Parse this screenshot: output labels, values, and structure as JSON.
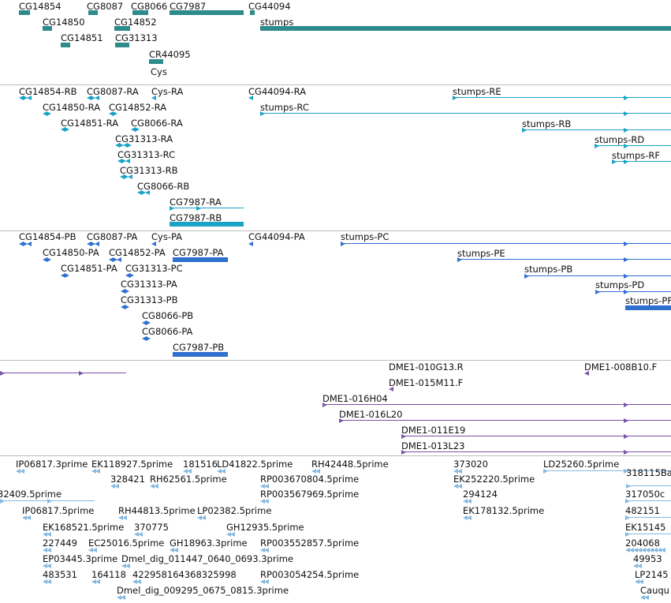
{
  "colors": {
    "gene_span": "#2e8b8b",
    "transcript": "#1aa3c8",
    "protein": "#2f6fcf",
    "clone": "#7b52ab",
    "est": "#86b9e0",
    "separator": "#bdbdbd",
    "text": "#111111"
  },
  "tracks": [
    {
      "name": "gene-spans",
      "color": "#2e8b8b",
      "features": [
        {
          "label": "CG14854"
        },
        {
          "label": "CG8087"
        },
        {
          "label": "CG8066"
        },
        {
          "label": "CG7987"
        },
        {
          "label": "CG44094"
        },
        {
          "label": "CG14850"
        },
        {
          "label": "CG14852"
        },
        {
          "label": "stumps"
        },
        {
          "label": "CG14851"
        },
        {
          "label": "CG31313"
        },
        {
          "label": "CR44095"
        },
        {
          "label": "Cys"
        }
      ]
    },
    {
      "name": "transcripts",
      "color": "#1aa3c8",
      "features": [
        {
          "label": "CG14854-RB"
        },
        {
          "label": "CG8087-RA"
        },
        {
          "label": "Cys-RA"
        },
        {
          "label": "CG44094-RA"
        },
        {
          "label": "stumps-RE"
        },
        {
          "label": "CG14850-RA"
        },
        {
          "label": "CG14852-RA"
        },
        {
          "label": "stumps-RC"
        },
        {
          "label": "CG14851-RA"
        },
        {
          "label": "CG8066-RA"
        },
        {
          "label": "stumps-RB"
        },
        {
          "label": "CG31313-RA"
        },
        {
          "label": "stumps-RD"
        },
        {
          "label": "CG31313-RC"
        },
        {
          "label": "stumps-RF"
        },
        {
          "label": "CG31313-RB"
        },
        {
          "label": "CG8066-RB"
        },
        {
          "label": "CG7987-RA"
        },
        {
          "label": "CG7987-RB"
        }
      ]
    },
    {
      "name": "proteins",
      "color": "#2f6fcf",
      "features": [
        {
          "label": "CG14854-PB"
        },
        {
          "label": "CG8087-PA"
        },
        {
          "label": "Cys-PA"
        },
        {
          "label": "CG44094-PA"
        },
        {
          "label": "stumps-PC"
        },
        {
          "label": "CG14850-PA"
        },
        {
          "label": "CG14852-PA"
        },
        {
          "label": "CG7987-PA"
        },
        {
          "label": "stumps-PE"
        },
        {
          "label": "CG14851-PA"
        },
        {
          "label": "CG31313-PC"
        },
        {
          "label": "stumps-PB"
        },
        {
          "label": "CG31313-PA"
        },
        {
          "label": "stumps-PD"
        },
        {
          "label": "CG31313-PB"
        },
        {
          "label": "stumps-PF"
        },
        {
          "label": "CG8066-PB"
        },
        {
          "label": "CG8066-PA"
        },
        {
          "label": "CG7987-PB"
        }
      ]
    },
    {
      "name": "clones",
      "color": "#7b52ab",
      "features": [
        {
          "label": "DME1-010G13.R"
        },
        {
          "label": "DME1-008B10.F"
        },
        {
          "label": "DME1-015M11.F"
        },
        {
          "label": "DME1-016H04"
        },
        {
          "label": "DME1-016L20"
        },
        {
          "label": "DME1-011E19"
        },
        {
          "label": "DME1-013L23"
        }
      ]
    },
    {
      "name": "ests",
      "color": "#86b9e0",
      "features": [
        {
          "label": "IP06817.3prime"
        },
        {
          "label": "EK118927.5prime"
        },
        {
          "label": "181516"
        },
        {
          "label": "LD41822.5prime"
        },
        {
          "label": "RH42448.5prime"
        },
        {
          "label": "373020"
        },
        {
          "label": "LD25260.5prime"
        },
        {
          "label": "328421"
        },
        {
          "label": "RH62561.5prime"
        },
        {
          "label": "RP003670804.5prime"
        },
        {
          "label": "EK252220.5prime"
        },
        {
          "label": "318115Ba"
        },
        {
          "label": "32409.5prime"
        },
        {
          "label": "RP003567969.5prime"
        },
        {
          "label": "294124"
        },
        {
          "label": "317050c"
        },
        {
          "label": "IP06817.5prime"
        },
        {
          "label": "RH44813.5prime"
        },
        {
          "label": "LP02382.5prime"
        },
        {
          "label": "EK178132.5prime"
        },
        {
          "label": "482151"
        },
        {
          "label": "EK168521.5prime"
        },
        {
          "label": "370775"
        },
        {
          "label": "GH12935.5prime"
        },
        {
          "label": "EK15145"
        },
        {
          "label": "227449"
        },
        {
          "label": "EC25016.5prime"
        },
        {
          "label": "GH18963.3prime"
        },
        {
          "label": "RP003552857.5prime"
        },
        {
          "label": "204068"
        },
        {
          "label": "EP03445.3prime"
        },
        {
          "label": "Dmel_dig_011447_0640_0693.3prime"
        },
        {
          "label": "49953"
        },
        {
          "label": "483531"
        },
        {
          "label": "164118"
        },
        {
          "label": "422958164368325998"
        },
        {
          "label": "RP003054254.5prime"
        },
        {
          "label": "LP2145"
        },
        {
          "label": "Dmel_dig_009295_0675_0815.3prime"
        },
        {
          "label": "Cauqu"
        }
      ]
    }
  ]
}
